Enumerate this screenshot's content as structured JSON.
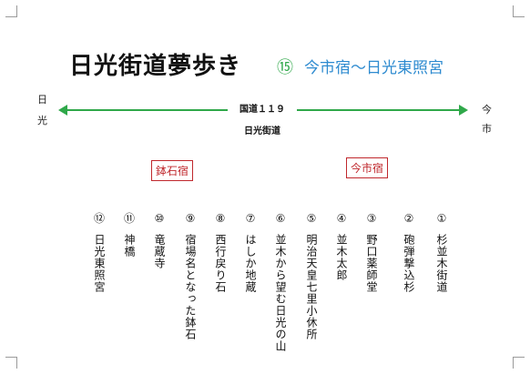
{
  "title": "日光街道夢歩き",
  "subtitle": {
    "number": "⑮",
    "text": "今市宿〜日光東照宮"
  },
  "ends": {
    "left": [
      "日",
      "光"
    ],
    "right": [
      "今",
      "市"
    ]
  },
  "road": {
    "label": "国道１１９",
    "name": "日光街道"
  },
  "stations": [
    "鉢石宿",
    "今市宿"
  ],
  "spots": [
    {
      "num": "⑫",
      "name": "日光東照宮"
    },
    {
      "num": "⑪",
      "name": "神橋"
    },
    {
      "num": "⑩",
      "name": "竜蔵寺"
    },
    {
      "num": "⑨",
      "name": "宿場名となった鉢石"
    },
    {
      "num": "⑧",
      "name": "西行戻り石"
    },
    {
      "num": "⑦",
      "name": "はしか地蔵"
    },
    {
      "num": "⑥",
      "name": "並木から望む日光の山"
    },
    {
      "num": "⑤",
      "name": "明治天皇七里小休所"
    },
    {
      "num": "④",
      "name": "並木太郎"
    },
    {
      "num": "③",
      "name": "野口薬師堂"
    },
    {
      "num": "②",
      "name": "砲弾撃込杉"
    },
    {
      "num": "①",
      "name": "杉並木街道"
    }
  ],
  "colors": {
    "accent_green": "#2fa84a",
    "accent_blue": "#2e8bd0",
    "station_red": "#c0282d"
  }
}
